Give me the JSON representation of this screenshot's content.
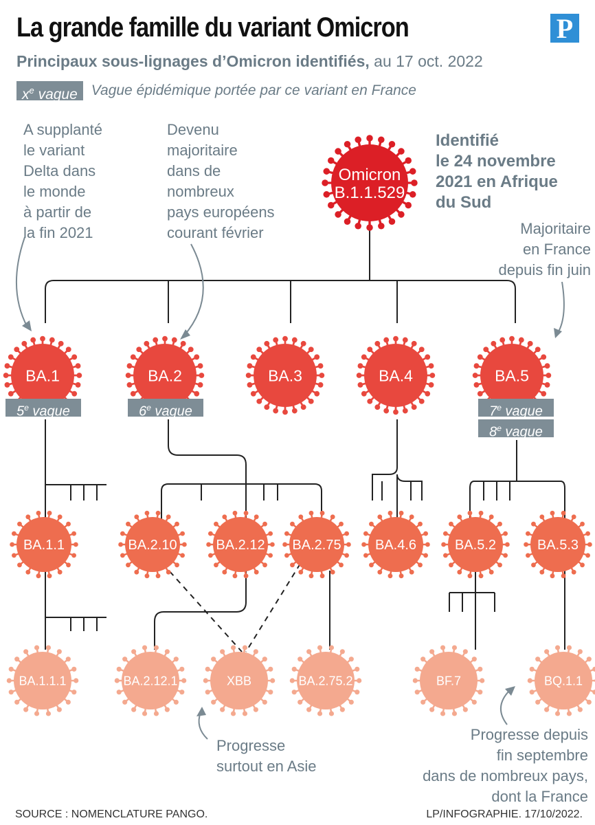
{
  "title": "La grande famille du variant Omicron",
  "logo": "P",
  "subtitle": {
    "bold": "Principaux sous-lignages d’Omicron identifiés,",
    "date": " au 17 oct. 2022"
  },
  "legend": {
    "tag_prefix": "x",
    "tag_sup": "e",
    "tag_suffix": " vague",
    "text": "Vague épidémique portée par ce variant en France"
  },
  "root": {
    "line1": "Omicron",
    "line2": "B.1.1.529",
    "color": "#dc1f26"
  },
  "identified": "Identifié\nle 24 novembre\n2021 en Afrique\ndu Sud",
  "notes": {
    "ba1": "A supplanté\nle variant\nDelta dans\nle monde\nà partir de\nla fin 2021",
    "ba2": "Devenu\nmajoritaire\ndans de\nnombreux\npays européens\ncourant février",
    "ba5": "Majoritaire\nen France\ndepuis fin juin",
    "xbb": "Progresse\nsurtout en Asie",
    "bq11": "Progresse depuis\nfin septembre\ndans de nombreux pays,\ndont la France"
  },
  "level1": [
    {
      "label": "BA.1"
    },
    {
      "label": "BA.2"
    },
    {
      "label": "BA.3"
    },
    {
      "label": "BA.4"
    },
    {
      "label": "BA.5"
    }
  ],
  "level1_color": "#e8483e",
  "level2": [
    {
      "label": "BA.1.1"
    },
    {
      "label": "BA.2.10"
    },
    {
      "label": "BA.2.12"
    },
    {
      "label": "BA.2.75"
    },
    {
      "label": "BA.4.6"
    },
    {
      "label": "BA.5.2"
    },
    {
      "label": "BA.5.3"
    }
  ],
  "level2_color": "#ee6d4f",
  "level3": [
    {
      "label": "BA.1.1.1"
    },
    {
      "label": "BA.2.12.1"
    },
    {
      "label": "XBB"
    },
    {
      "label": "BA.2.75.2"
    },
    {
      "label": "BF.7"
    },
    {
      "label": "BQ.1.1"
    }
  ],
  "level3_color": "#f4a98f",
  "waves": {
    "ba1": [
      {
        "num": "5",
        "sup": "e",
        "word": " vague"
      }
    ],
    "ba2": [
      {
        "num": "6",
        "sup": "e",
        "word": " vague"
      }
    ],
    "ba5": [
      {
        "num": "7",
        "sup": "e",
        "word": " vague"
      },
      {
        "num": "8",
        "sup": "e",
        "word": " vague"
      }
    ]
  },
  "source": "SOURCE : NOMENCLATURE PANGO.",
  "credit": "LP/INFOGRAPHIE.  17/10/2022."
}
